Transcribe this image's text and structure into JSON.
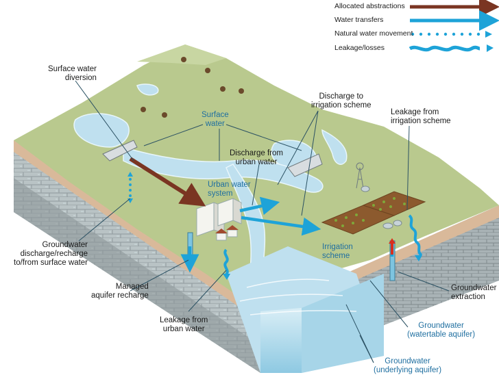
{
  "legend": {
    "allocated": "Allocated abstractions",
    "transfers": "Water transfers",
    "natural": "Natural water movement",
    "leakage": "Leakage/losses"
  },
  "labels": {
    "surface_diversion_1": "Surface water",
    "surface_diversion_2": "diversion",
    "surface_water_1": "Surface",
    "surface_water_2": "water",
    "discharge_irrigation_1": "Discharge to",
    "discharge_irrigation_2": "irrigation scheme",
    "leak_irrigation_1": "Leakage from",
    "leak_irrigation_2": "irrigation scheme",
    "discharge_urban_1": "Discharge from",
    "discharge_urban_2": "urban water",
    "urban_system_1": "Urban water",
    "urban_system_2": "system",
    "gw_discharge_1": "Groundwater",
    "gw_discharge_2": "discharge/recharge",
    "gw_discharge_3": "to/from surface water",
    "irrigation_1": "Irrigation",
    "irrigation_2": "scheme",
    "managed_1": "Managed",
    "managed_2": "aquifer recharge",
    "gw_extraction_1": "Groundwater",
    "gw_extraction_2": "extraction",
    "leak_urban_1": "Leakage from",
    "leak_urban_2": "urban water",
    "gw_watertable_1": "Groundwater",
    "gw_watertable_2": "(watertable aquifer)",
    "gw_underlying_1": "Groundwater",
    "gw_underlying_2": "(underlying aquifer)"
  },
  "colors": {
    "allocated": "#7a3522",
    "transfers": "#1ea3d8",
    "grass": "#b9c98e",
    "water": "#bfe0ef",
    "label_blue": "#1f6fa0"
  }
}
